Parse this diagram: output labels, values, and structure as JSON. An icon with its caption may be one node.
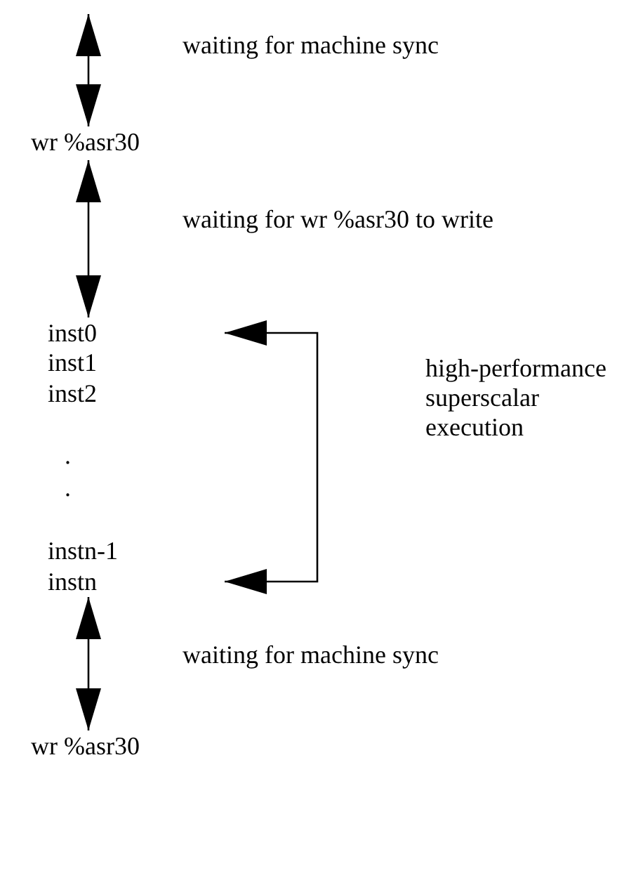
{
  "diagram": {
    "nodes": [
      {
        "text": [
          "wr %asr30"
        ]
      },
      {
        "text": [
          "inst0"
        ]
      },
      {
        "text": [
          "instn"
        ]
      },
      {
        "text": [
          "wr %asr30"
        ]
      }
    ],
    "edges": [
      {
        "from": null,
        "to": 0,
        "arrow": "both",
        "label": "waiting for machine sync"
      },
      {
        "from": 0,
        "to": 1,
        "arrow": "both",
        "label": "waiting for wr %asr30 to write"
      },
      {
        "from": 1,
        "to": 2,
        "arrow": "both",
        "label": "high-performance superscalar execution"
      },
      {
        "from": 2,
        "to": 3,
        "arrow": "both",
        "label": "waiting for machine sync"
      }
    ],
    "labels": [
      "inst1",
      "inst2",
      ".",
      ".",
      "instn-1"
    ]
  }
}
